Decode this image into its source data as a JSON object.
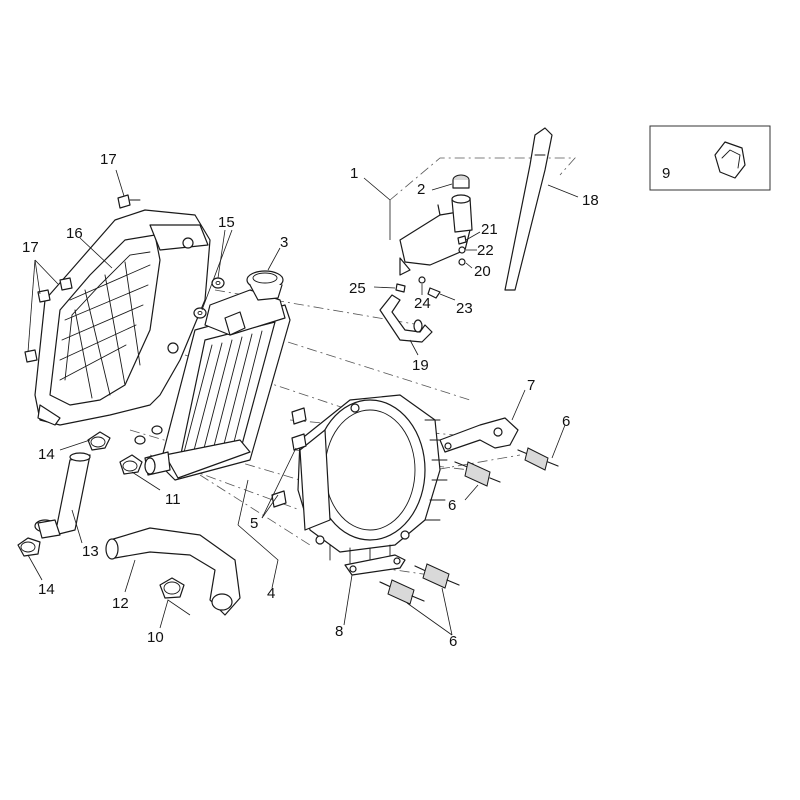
{
  "callouts": {
    "c1": "1",
    "c2": "2",
    "c3": "3",
    "c4": "4",
    "c5": "5",
    "c6a": "6",
    "c6b": "6",
    "c6c": "6",
    "c7": "7",
    "c8": "8",
    "c9": "9",
    "c10": "10",
    "c11": "11",
    "c12": "12",
    "c13": "13",
    "c14a": "14",
    "c14b": "14",
    "c15": "15",
    "c16": "16",
    "c17a": "17",
    "c17b": "17",
    "c18": "18",
    "c19": "19",
    "c20": "20",
    "c21": "21",
    "c22": "22",
    "c23": "23",
    "c24": "24",
    "c25": "25"
  }
}
